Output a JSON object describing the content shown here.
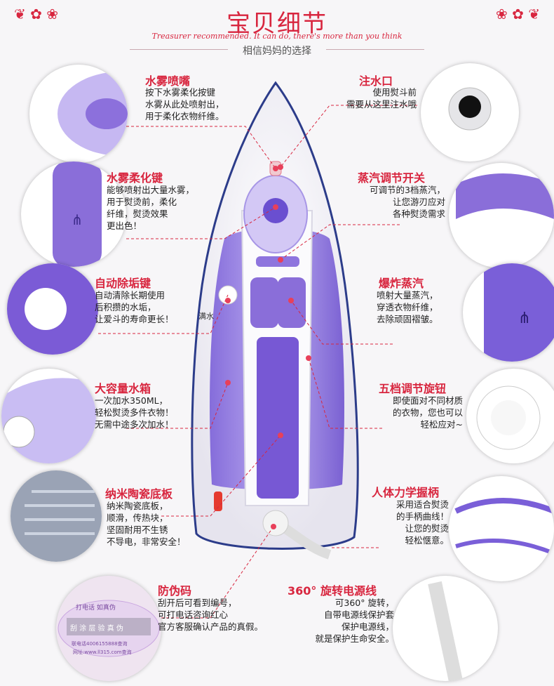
{
  "header": {
    "title": "宝贝细节",
    "subtitle_en": "Treasurer recommended. It can do, there's more than you think",
    "subtitle_cn": "相信妈妈的选择"
  },
  "iron_label": "满水",
  "features": [
    {
      "id": "spray-nozzle",
      "title": "水雾喷嘴",
      "lines": [
        "按下水雾柔化按键",
        "水雾从此处喷射出，",
        "用于柔化衣物纤维。"
      ]
    },
    {
      "id": "water-inlet",
      "title": "注水口",
      "lines": [
        "使用熨斗前",
        "需要从这里注水哦"
      ]
    },
    {
      "id": "spray-button",
      "title": "水雾柔化键",
      "lines": [
        "能够喷射出大量水雾，",
        "用于熨烫前，柔化",
        "纤维，熨烫效果",
        "更出色！"
      ]
    },
    {
      "id": "steam-switch",
      "title": "蒸汽调节开关",
      "lines": [
        "可调节的3档蒸汽，",
        "让您游刃应对",
        "各种熨烫需求"
      ]
    },
    {
      "id": "self-clean",
      "title": "自动除垢键",
      "lines": [
        "自动清除长期使用",
        "后积攒的水垢，",
        "让爱斗的寿命更长！"
      ]
    },
    {
      "id": "burst-steam",
      "title": "爆炸蒸汽",
      "lines": [
        "喷射大量蒸汽，",
        "穿透衣物纤维，",
        "去除顽固褶皱。"
      ]
    },
    {
      "id": "water-tank",
      "title": "大容量水箱",
      "lines": [
        "一次加水350ML，",
        "轻松熨烫多件衣物！",
        "无需中途多次加水！"
      ]
    },
    {
      "id": "temp-knob",
      "title": "五档调节旋钮",
      "lines": [
        "即使面对不同材质",
        "的衣物，您也可以",
        "轻松应对~"
      ]
    },
    {
      "id": "soleplate",
      "title": "纳米陶瓷底板",
      "lines": [
        "纳米陶瓷底板，",
        "顺滑，传热块，",
        "坚固耐用不生锈",
        "不导电，非常安全！"
      ]
    },
    {
      "id": "handle",
      "title": "人体力学握柄",
      "lines": [
        "采用适合熨烫",
        "的手柄曲线！",
        "让您的熨烫",
        "轻松惬意。"
      ]
    },
    {
      "id": "anti-fake",
      "title": "防伪码",
      "lines": [
        "刮开后可看到编号，",
        "可打电话咨询红心",
        "官方客服确认产品的真假。"
      ]
    },
    {
      "id": "swivel-cord",
      "title": "360° 旋转电源线",
      "lines": [
        "可360° 旋转，",
        "自带电源线保护套",
        "保护电源线，",
        "就是保护生命安全。"
      ]
    }
  ],
  "anti_fake_label": {
    "top": "打电话   如真伪",
    "middle": "刮  涂  层    验  真  伪",
    "bottom": "网址:www.ll315.com查询",
    "phone": "联电话4006155888查询"
  },
  "colors": {
    "accent": "#d8263f",
    "purple": "#7b5bd6",
    "lavender": "#cfc3f3",
    "dash": "#d8263f"
  }
}
